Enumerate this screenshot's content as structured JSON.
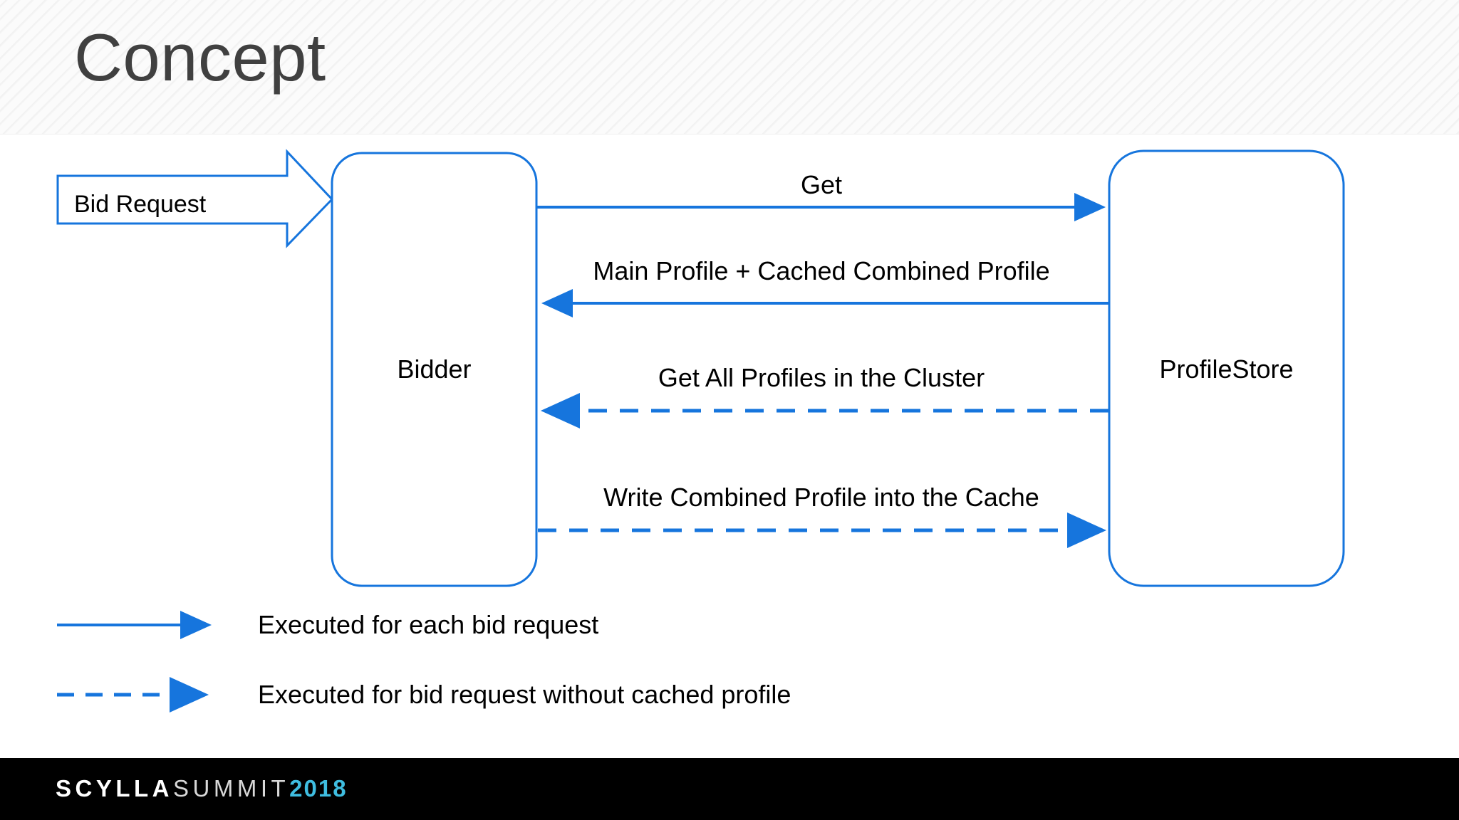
{
  "slide": {
    "title": "Concept"
  },
  "diagram": {
    "nodes": [
      {
        "id": "bidder",
        "label": "Bidder"
      },
      {
        "id": "profilestore",
        "label": "ProfileStore"
      }
    ],
    "input_arrow": {
      "label": "Bid Request"
    },
    "flows": [
      {
        "id": "get",
        "label": "Get",
        "direction": "right",
        "style": "solid"
      },
      {
        "id": "main-profile",
        "label": "Main Profile + Cached Combined Profile",
        "direction": "left",
        "style": "solid"
      },
      {
        "id": "get-all-profiles",
        "label": "Get All Profiles in the Cluster",
        "direction": "left",
        "style": "dashed"
      },
      {
        "id": "write-combined",
        "label": "Write Combined Profile into the Cache",
        "direction": "right",
        "style": "dashed"
      }
    ]
  },
  "legend": {
    "items": [
      {
        "id": "solid",
        "style": "solid",
        "label": "Executed for each bid request"
      },
      {
        "id": "dashed",
        "style": "dashed",
        "label": "Executed for bid request without cached profile"
      }
    ]
  },
  "footer": {
    "brand": "SCYLLA",
    "event": "SUMMIT",
    "year": "2018"
  },
  "colors": {
    "accent_blue": "#1675dd",
    "title_gray": "#404040",
    "footer_bg": "#000000",
    "year_cyan": "#3fbde0"
  }
}
